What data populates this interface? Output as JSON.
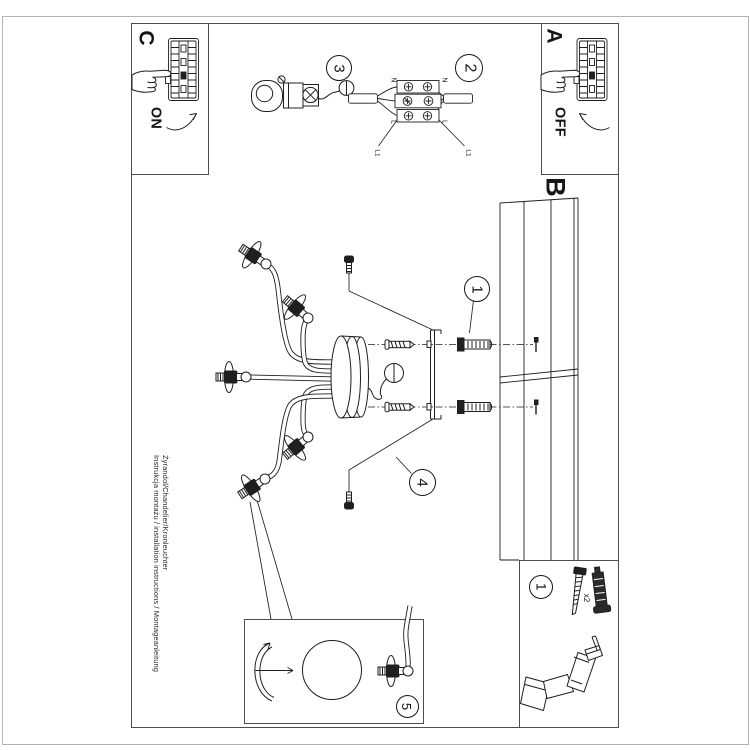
{
  "manual": {
    "section_labels": {
      "a": "A",
      "b": "B",
      "c": "C"
    },
    "power": {
      "on": "ON",
      "off": "OFF"
    },
    "callouts": {
      "c1": "1",
      "c2": "2",
      "c3": "3",
      "c4": "4",
      "c5": "5"
    },
    "wiring": {
      "neutral_left": "N",
      "neutral_right": "N",
      "live_left": "L",
      "live_right": "L",
      "switched_live_left": "L1",
      "switched_live_right": "L1"
    },
    "hardware": {
      "anchor_qty": "x2"
    },
    "footer": {
      "product_line": "Żyrandol/Chandelier/Kronleuchter",
      "title_line": "Instrukcja montażu / installation instructions / Montageanleitung"
    }
  }
}
